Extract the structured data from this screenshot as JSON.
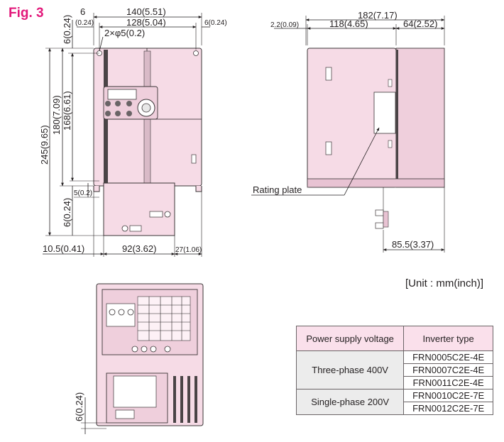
{
  "figure": {
    "label": "Fig. 3"
  },
  "unit_note": "[Unit : mm(inch)]",
  "front_view": {
    "dims": {
      "width_total": "140(5.51)",
      "width_holes": "128(5.04)",
      "left_offset_mm": "6",
      "left_offset_in": "(0.24)",
      "right_offset": "6(0.24)",
      "top_offset": "6(0.24)",
      "hole": "2×φ5(0.2)",
      "height_total": "245(9.65)",
      "height_body": "180(7.09)",
      "height_holes": "168(6.61)",
      "slot": "5(0.2)",
      "bottom_offset": "6(0.24)",
      "base_left": "10.5(0.41)",
      "base_width": "92(3.62)",
      "base_right": "27(1.06)"
    }
  },
  "side_view": {
    "dims": {
      "depth_total": "182(7.17)",
      "depth_front": "118(4.65)",
      "depth_rear": "64(2.52)",
      "front_offset": "2.2(0.09)",
      "bracket_depth": "85.5(3.37)"
    },
    "callout": "Rating plate"
  },
  "bottom_view": {
    "dims": {
      "offset": "6(0.24)"
    }
  },
  "table": {
    "headers": [
      "Power supply voltage",
      "Inverter type"
    ],
    "groups": [
      {
        "voltage": "Three-phase 400V",
        "types": [
          "FRN0005C2E-4E",
          "FRN0007C2E-4E",
          "FRN0011C2E-4E"
        ]
      },
      {
        "voltage": "Single-phase 200V",
        "types": [
          "FRN0010C2E-7E",
          "FRN0012C2E-7E"
        ]
      }
    ]
  }
}
